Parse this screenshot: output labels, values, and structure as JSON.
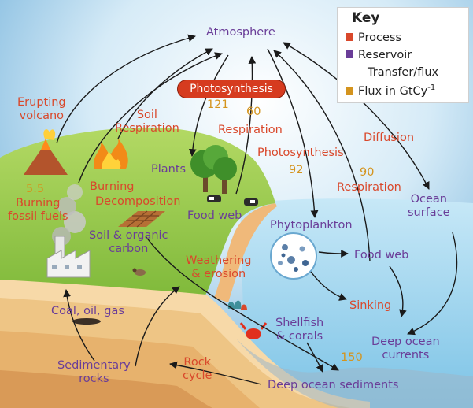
{
  "key": {
    "title": "Key",
    "items": [
      {
        "label": "Process",
        "color": "#d9482b",
        "icon": "square-swatch"
      },
      {
        "label": "Reservoir",
        "color": "#6a3d98",
        "icon": "square-swatch"
      },
      {
        "label": "Transfer/flux",
        "icon": "arrow-icon"
      },
      {
        "label": "Flux in GtCy",
        "sup": "-1",
        "color": "#d4941e",
        "icon": "square-swatch"
      }
    ]
  },
  "reservoirs": {
    "atmosphere": "Atmosphere",
    "plants": "Plants",
    "food_web_land": "Food web",
    "soil_carbon": "Soil & organic\ncarbon",
    "phytoplankton": "Phytoplankton",
    "food_web_ocean": "Food web",
    "ocean_surface": "Ocean\nsurface",
    "shellfish": "Shellfish\n& corals",
    "deep_ocean_currents": "Deep ocean\ncurrents",
    "deep_ocean_sediments": "Deep ocean sediments",
    "sedimentary_rocks": "Sedimentary\nrocks",
    "coal_oil_gas": "Coal, oil, gas"
  },
  "processes": {
    "photosynthesis_land": "Photosynthesis",
    "erupting_volcano": "Erupting\nvolcano",
    "soil_respiration": "Soil\nRespiration",
    "respiration_land": "Respiration",
    "photosynthesis_ocean": "Photosynthesis",
    "diffusion": "Diffusion",
    "respiration_ocean": "Respiration",
    "burning_fossil_fuels": "Burning\nfossil fuels",
    "burning": "Burning",
    "decomposition": "Decomposition",
    "weathering": "Weathering\n& erosion",
    "sinking": "Sinking",
    "rock_cycle": "Rock\ncycle"
  },
  "fluxes": {
    "photosynthesis_land": "121",
    "respiration_land": "60",
    "photosynthesis_ocean": "92",
    "respiration_ocean": "90",
    "fossil_fuels": "5.5",
    "ocean_sediments": "150"
  },
  "colors": {
    "process": "#d9482b",
    "reservoir": "#6a3d98",
    "flux": "#d4941e",
    "sky": "#5fa8d6",
    "land": "#8cc43e",
    "ocean": "#9bd3ee"
  }
}
